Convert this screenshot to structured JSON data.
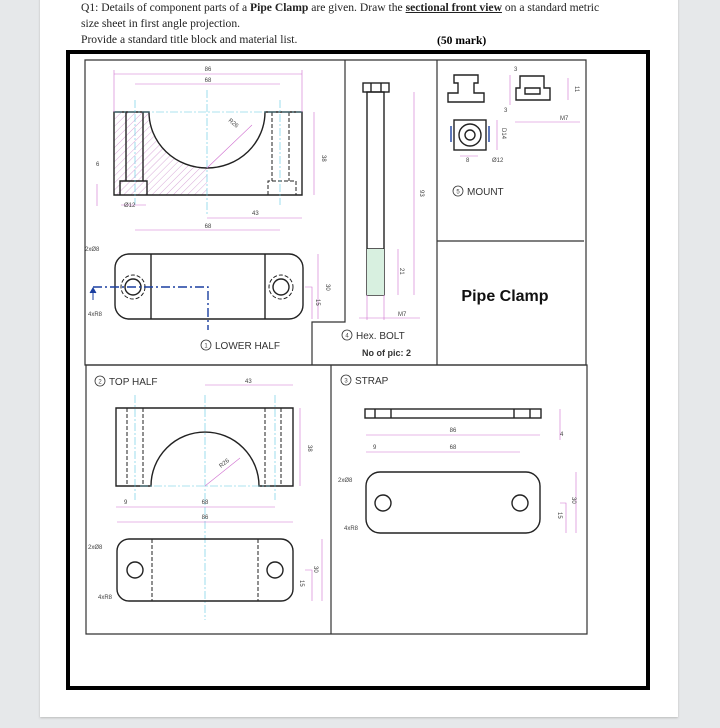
{
  "question": {
    "prefix": "Q1: Details of component parts of a ",
    "bold1": "Pipe Clamp",
    "mid": " are given. Draw the ",
    "bold2": "sectional front view",
    "suffix": " on a standard metric size sheet in first angle projection.",
    "line3": "Provide a standard title block and material list.",
    "marks": "(50 mark)"
  },
  "drawing": {
    "title": "Pipe Clamp",
    "parts": {
      "lower_half": {
        "number": "1",
        "name": "LOWER HALF",
        "dims": {
          "overall": "86",
          "centers": "68",
          "radius": "R26",
          "height": "38",
          "cb_depth": "6",
          "cb_dia": "Ø12",
          "half": "43",
          "centers_top": "68",
          "holes": "2xØ8",
          "corners": "4xR8",
          "width": "30",
          "half_width": "15"
        }
      },
      "top_half": {
        "number": "2",
        "name": "TOP HALF",
        "dims": {
          "half": "43",
          "height": "38",
          "radius": "R26",
          "edge": "9",
          "centers": "68",
          "overall": "86",
          "holes": "2xØ8",
          "corners": "4xR8",
          "width": "30",
          "half_width": "15"
        }
      },
      "strap": {
        "number": "3",
        "name": "STRAP",
        "dims": {
          "thickness": "4",
          "overall": "86",
          "edge": "9",
          "centers": "68",
          "holes": "2xØ8",
          "corners": "4xR8",
          "width": "30",
          "half_width": "15"
        }
      },
      "bolt": {
        "number": "4",
        "name": "Hex. BOLT",
        "qty": "No of pic: 2",
        "dims": {
          "length": "93",
          "thread": "21",
          "size": "M7"
        }
      },
      "mount": {
        "number": "5",
        "name": "MOUNT",
        "dims": {
          "top": "3",
          "side": "3",
          "height": "11",
          "thread": "M7",
          "square": "D14",
          "width": "8",
          "dia": "Ø12"
        }
      }
    }
  },
  "colors": {
    "dimension": "#d070d0",
    "centerline": "#5cc8e0",
    "section_line": "#1a3fa0"
  }
}
